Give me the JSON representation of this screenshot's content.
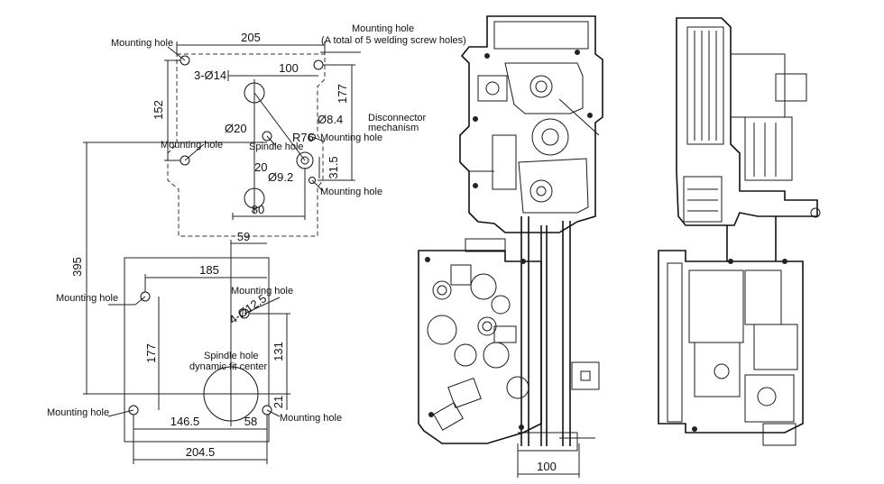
{
  "labels": {
    "mount_tl": "Mounting hole",
    "mount_tr_1": "Mounting hole",
    "mount_tr_2": "(A total of 5 welding screw holes)",
    "mount_left_mid": "Mounting hole",
    "spindle_hole": "Spindle hole",
    "mount_right_1": "Mounting hole",
    "mount_right_2": "Mounting hole",
    "disconnector_1": "Disconnector",
    "disconnector_2": "mechanism",
    "mount_lower_left": "Mounting hole",
    "mount_lower_right": "Mounting hole",
    "spindle_fit_1": "Spindle hole",
    "spindle_fit_2": "dynamic fit center",
    "mount_bottom_left": "Mounting hole",
    "mount_bottom_right": "Mounting hole"
  },
  "dimensions": {
    "d205": "205",
    "d100_top": "100",
    "d3phi14": "3-Ø14",
    "d152": "152",
    "d177_top": "177",
    "d8_4": "Ø8.4",
    "dphi20": "Ø20",
    "dR76": "R76",
    "d20": "20",
    "d9_2": "Ø9.2",
    "d31_5": "31.5",
    "d80": "80",
    "d59": "59",
    "d395": "395",
    "d185": "185",
    "d4phi12": "4-Ø12.5",
    "d177_low": "177",
    "d131": "131",
    "d21": "21",
    "d146_5": "146.5",
    "d58": "58",
    "d204_5": "204.5",
    "d100_bottom": "100"
  }
}
